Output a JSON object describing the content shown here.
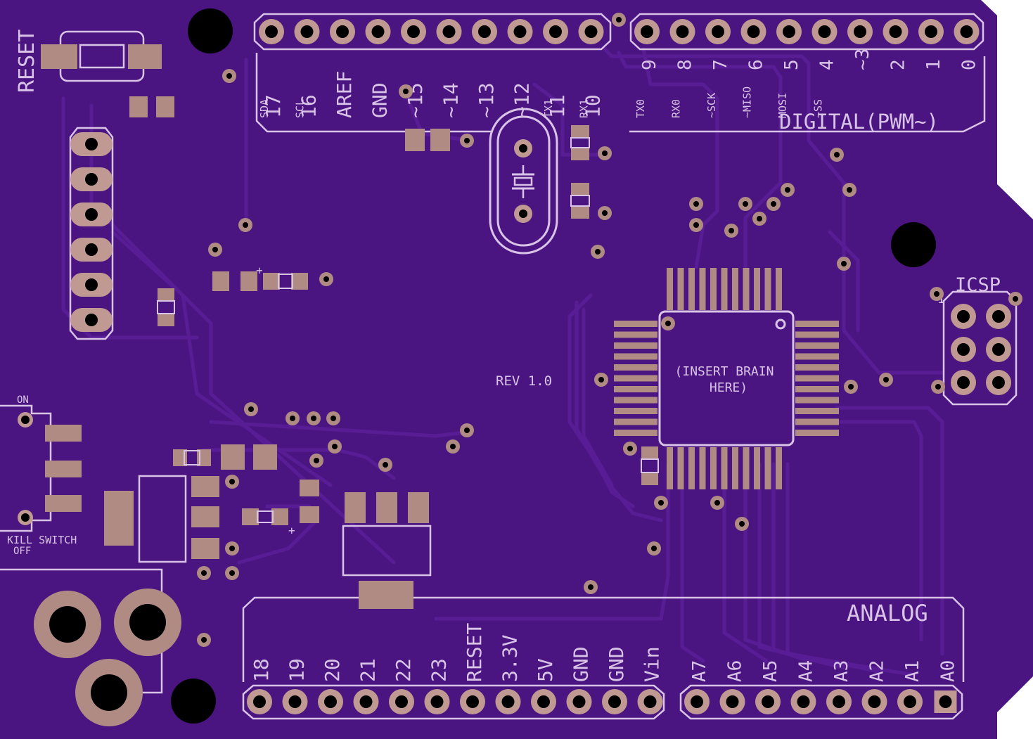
{
  "colors": {
    "board": "#4b1581",
    "trace": "#571c93",
    "silk": "#d9c3e6",
    "pad": "#b08b84",
    "pad_light": "#c09a92",
    "hole": "#000000"
  },
  "labels": {
    "reset": "RESET",
    "icsp": "ICSP",
    "icsp_pin1": "1",
    "digital": "DIGITAL(PWM~)",
    "analog": "ANALOG",
    "rev": "REV 1.0",
    "brain_line1": "(INSERT BRAIN",
    "brain_line2": "HERE)",
    "switch_on": "ON",
    "switch_kill": "KILL SWITCH",
    "switch_off": "OFF",
    "plus1": "+",
    "plus2": "+"
  },
  "top_left_header": {
    "pins": [
      {
        "num": "17",
        "sub": "SDA"
      },
      {
        "num": "16",
        "sub": "SCL"
      },
      {
        "num": "AREF",
        "sub": ""
      },
      {
        "num": "GND",
        "sub": ""
      },
      {
        "num": "~15",
        "sub": ""
      },
      {
        "num": "~14",
        "sub": ""
      },
      {
        "num": "~13",
        "sub": ""
      },
      {
        "num": "~12",
        "sub": ""
      },
      {
        "num": "11",
        "sub": "TX1"
      },
      {
        "num": "10",
        "sub": "RX1"
      }
    ]
  },
  "top_right_header": {
    "pins": [
      {
        "num": "9",
        "sub": "TX0"
      },
      {
        "num": "8",
        "sub": "RX0"
      },
      {
        "num": "7",
        "sub": "~SCK"
      },
      {
        "num": "6",
        "sub": "~MISO"
      },
      {
        "num": "5",
        "sub": "MOSI"
      },
      {
        "num": "4",
        "sub": "~SS"
      },
      {
        "num": "~3",
        "sub": ""
      },
      {
        "num": "2",
        "sub": ""
      },
      {
        "num": "1",
        "sub": ""
      },
      {
        "num": "0",
        "sub": ""
      }
    ]
  },
  "bottom_left_header": {
    "pins": [
      "18",
      "19",
      "20",
      "21",
      "22",
      "23",
      "RESET",
      "3.3V",
      "5V",
      "GND",
      "GND",
      "Vin"
    ]
  },
  "bottom_right_header": {
    "pins": [
      "A7",
      "A6",
      "A5",
      "A4",
      "A3",
      "A2",
      "A1",
      "A0"
    ]
  }
}
